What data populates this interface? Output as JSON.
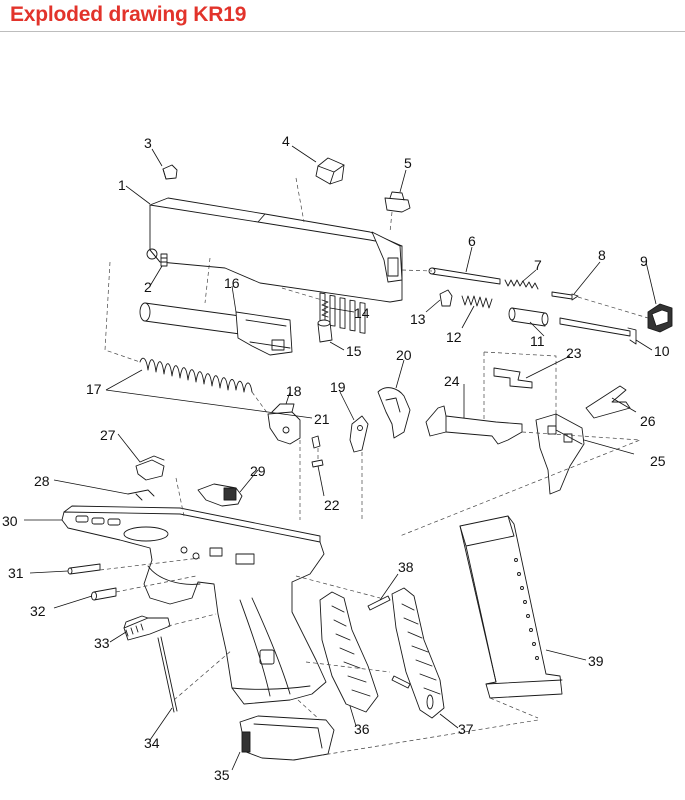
{
  "header": {
    "title": "Exploded drawing KR19"
  },
  "colors": {
    "title": "#e2332b",
    "line": "#1a1a1a",
    "rule": "#bdbdbd",
    "text": "#111111"
  },
  "callouts": [
    "1",
    "2",
    "3",
    "4",
    "5",
    "6",
    "7",
    "8",
    "9",
    "10",
    "11",
    "12",
    "13",
    "14",
    "15",
    "16",
    "17",
    "18",
    "19",
    "20",
    "21",
    "22",
    "23",
    "24",
    "25",
    "26",
    "27",
    "28",
    "29",
    "30",
    "31",
    "32",
    "33",
    "34",
    "35",
    "36",
    "37",
    "38",
    "39"
  ]
}
